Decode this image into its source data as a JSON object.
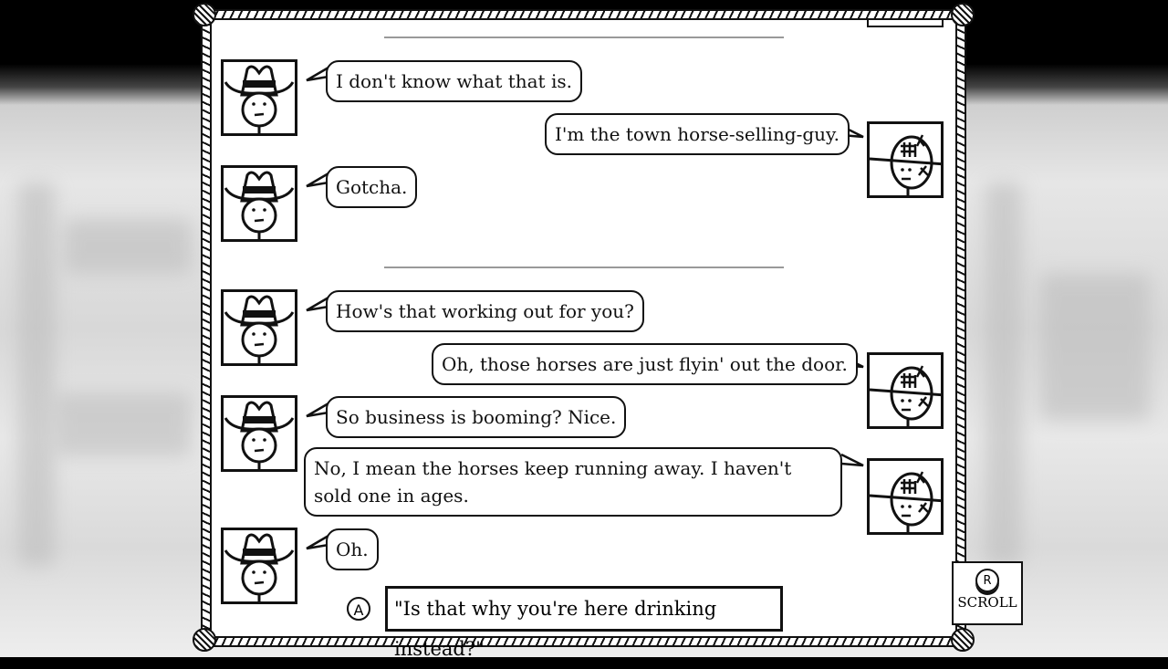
{
  "dialogue": [
    {
      "speaker": "player",
      "text": "I don't know what that is."
    },
    {
      "speaker": "npc",
      "text": "I'm the town horse-selling-guy."
    },
    {
      "speaker": "player",
      "text": "Gotcha."
    },
    {
      "speaker": "player",
      "text": "How's that working out for you?"
    },
    {
      "speaker": "npc",
      "text": "Oh, those horses are just flyin' out the door."
    },
    {
      "speaker": "player",
      "text": "So business is booming? Nice."
    },
    {
      "speaker": "npc",
      "text": "No, I mean the horses keep running away. I haven't sold one in ages."
    },
    {
      "speaker": "player",
      "text": "Oh."
    }
  ],
  "choice": {
    "button": "A",
    "text": "\"Is that why you're here drinking instead?\""
  },
  "scroll": {
    "button": "R",
    "label": "SCROLL"
  },
  "icons": {
    "player_avatar": "cowboy-avatar-icon",
    "npc_avatar": "horse-seller-avatar-icon",
    "choice_button": "a-button-icon",
    "scroll_button": "r-button-icon"
  }
}
